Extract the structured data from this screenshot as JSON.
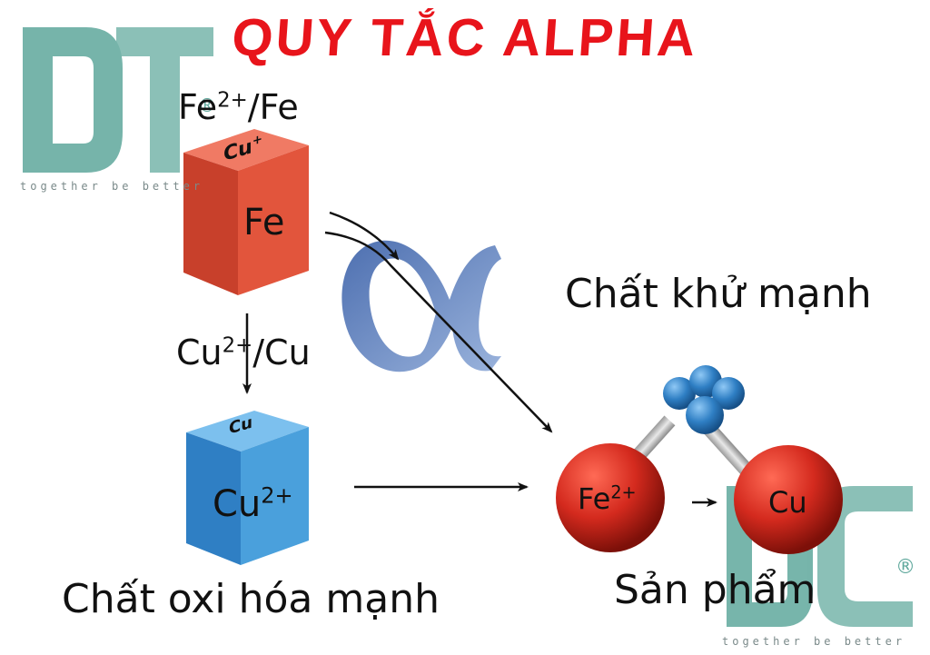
{
  "title": "QUY TẮC ALPHA",
  "labels": {
    "fe_pair_main": "Fe",
    "fe_pair_sup": "2+",
    "fe_pair_rest": "/Fe",
    "cu_pair_main": "Cu",
    "cu_pair_sup": "2+",
    "cu_pair_rest": "/Cu",
    "strong_reducer": "Chất khử mạnh",
    "strong_oxidizer": "Chất oxi hóa mạnh",
    "product": "Sản phẩm",
    "alpha_symbol": "α"
  },
  "cube_top": {
    "top_face": "Cu",
    "top_face_sup": "+",
    "front_face": "Fe",
    "color": "#e2553c"
  },
  "cube_bottom": {
    "top_face": "Cu",
    "front_face": "Cu",
    "front_face_sup": "2+",
    "color": "#3f96d4"
  },
  "molecule": {
    "left_atom": "Fe",
    "left_atom_sup": "2+",
    "right_atom": "Cu",
    "atom_color": "#d42a1e",
    "cluster_color": "#2f7fc4"
  },
  "watermark": {
    "logo_text": "DTC",
    "tagline": "together be better",
    "registered_mark": "®",
    "color": "#5fa89c"
  }
}
